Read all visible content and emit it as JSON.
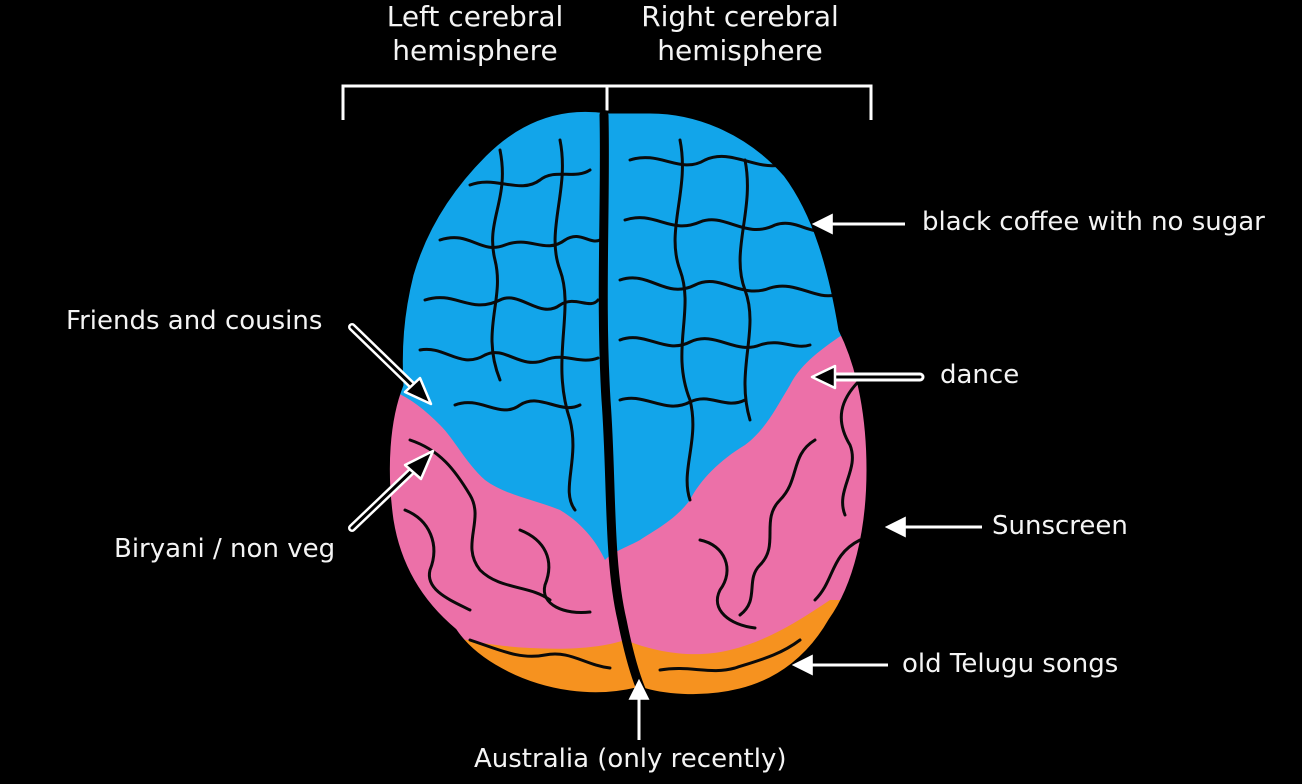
{
  "hemispheres": {
    "left": {
      "line1": "Left cerebral",
      "line2": "hemisphere"
    },
    "right": {
      "line1": "Right cerebral",
      "line2": "hemisphere"
    }
  },
  "labels": {
    "coffee": "black coffee with no sugar",
    "friends": "Friends and cousins",
    "dance": "dance",
    "biryani": "Biryani / non veg",
    "sunscreen": "Sunscreen",
    "telugu": "old Telugu songs",
    "australia": "Australia (only recently)"
  },
  "colors": {
    "frontal": "#12a5ea",
    "parietal": "#ec70a8",
    "occipital": "#f6921f",
    "fissure": "#000000",
    "text": "#f4f4f4"
  }
}
